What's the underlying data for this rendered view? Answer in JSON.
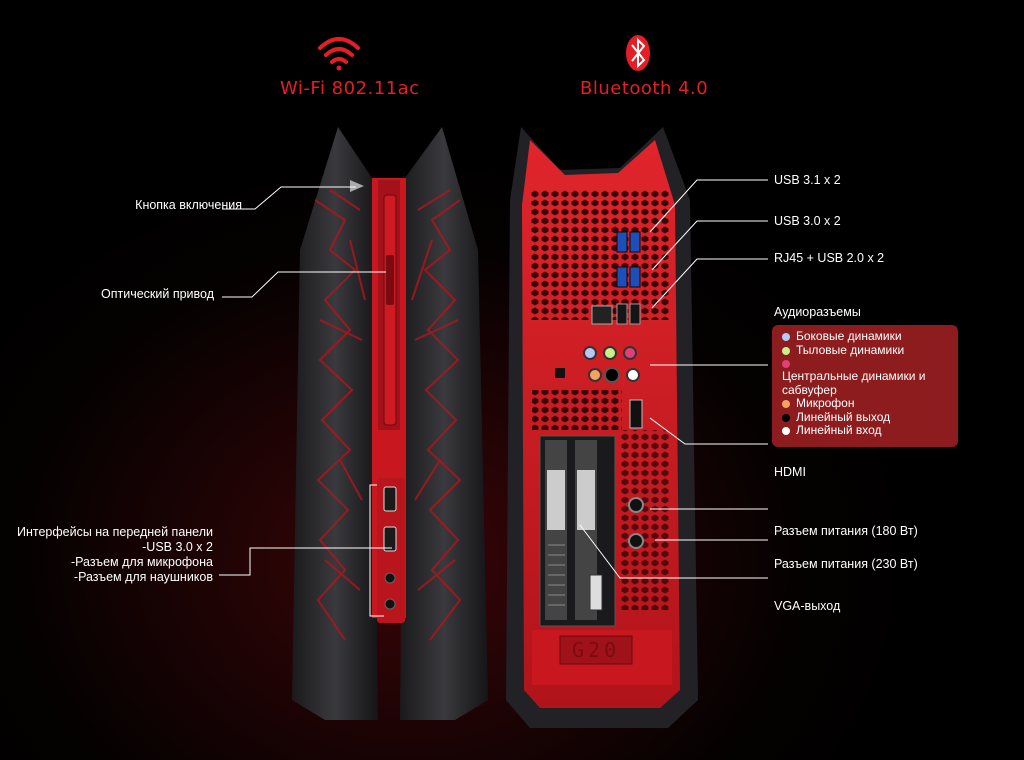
{
  "features": {
    "wifi": {
      "title": "Wi-Fi 802.11ac",
      "icon": "wifi-icon",
      "color": "#e51d25"
    },
    "bluetooth": {
      "title": "Bluetooth 4.0",
      "icon": "bluetooth-icon",
      "color": "#e51d25"
    }
  },
  "front_labels": {
    "power_button": "Кнопка включения",
    "optical_drive": "Оптический привод",
    "front_panel": [
      "Интерфейсы на передней панели",
      "-USB 3.0 x 2",
      "-Разъем для микрофона",
      "-Разъем для наушников"
    ]
  },
  "rear_labels": {
    "usb31": "USB 3.1 x 2",
    "usb30": "USB 3.0 x 2",
    "rj45": "RJ45 + USB 2.0 x 2",
    "audio_title": "Аудиоразъемы",
    "audio_items": [
      {
        "label": "Боковые динамики",
        "color": "#b9c8f2"
      },
      {
        "label": "Тыловые динамики",
        "color": "#c9ef8a"
      },
      {
        "label": "Центральные динамики и сабвуфер",
        "color": "#e0407a"
      },
      {
        "label": "Микрофон",
        "color": "#f4a261"
      },
      {
        "label": "Линейный выход",
        "color": "#000000"
      },
      {
        "label": "Линейный вход",
        "color": "#ffffff"
      }
    ],
    "hdmi": "HDMI",
    "power180": "Разъем питания (180 Вт)",
    "power230": "Разъем питания (230 Вт)",
    "vga": "VGA-выход"
  },
  "product": {
    "logo_text": "G20",
    "accent": "#d91f26"
  }
}
